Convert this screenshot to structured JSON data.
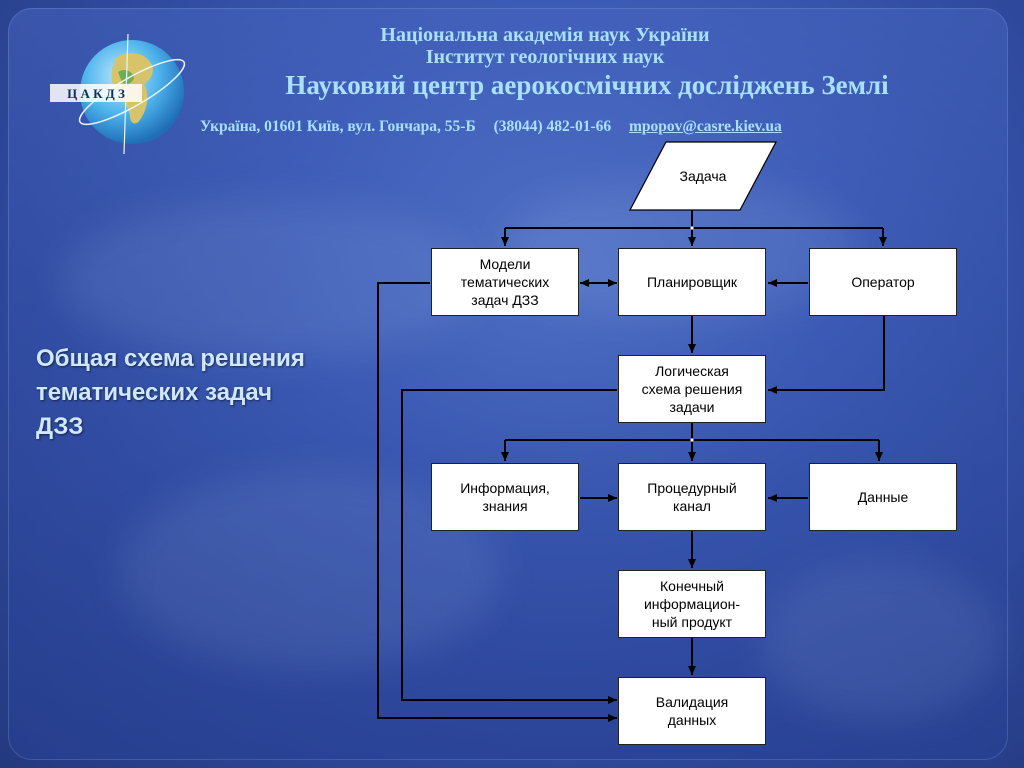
{
  "header": {
    "line1": "Національна академія наук України",
    "line2": "Інститут геологічних наук",
    "line3": "Науковий центр аерокосмічних досліджень Землі",
    "address": "Україна,  01601 Київ,  вул.  Гончара,  55-Б",
    "phone": "(38044) 482-01-66",
    "email": "mpopov@casre.kiev.ua"
  },
  "logo": {
    "text": "Ц А К Д З",
    "icon": "globe-icon"
  },
  "title": "Общая схема решения\nтематических задач\nДЗЗ",
  "flowchart": {
    "task": "Задача",
    "models": "Модели\nтематических\nзадач ДЗЗ",
    "planner": "Планировщик",
    "operator": "Оператор",
    "logical_scheme": "Логическая\nсхема решения\nзадачи",
    "info": "Информация,\nзнания",
    "procedural": "Процедурный\nканал",
    "data": "Данные",
    "final_product": "Конечный\nинформацион-\nный продукт",
    "validation": "Валидация\nданных"
  },
  "colors": {
    "header_text": "#a9e0ff",
    "title_text": "#cfe8ff",
    "box_fill": "#ffffff",
    "line": "#000000"
  }
}
